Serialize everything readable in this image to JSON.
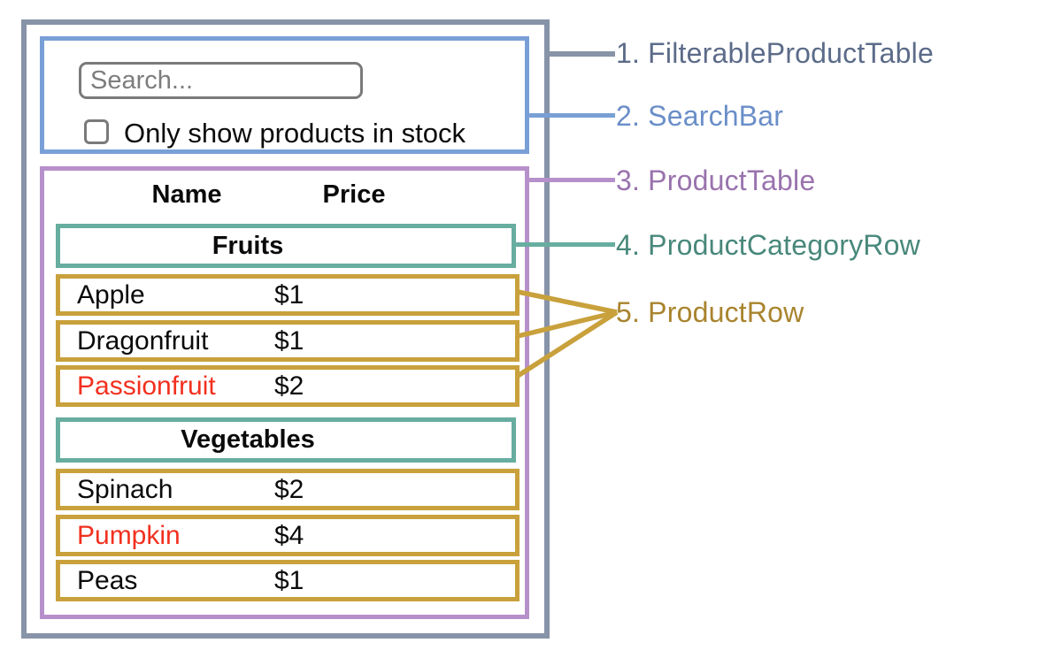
{
  "search": {
    "placeholder": "Search...",
    "checkbox_label": "Only show products in stock",
    "checkbox_checked": false
  },
  "table": {
    "headers": {
      "name": "Name",
      "price": "Price"
    },
    "sections": [
      {
        "category": "Fruits",
        "rows": [
          {
            "name": "Apple",
            "price": "$1",
            "red": false
          },
          {
            "name": "Dragonfruit",
            "price": "$1",
            "red": false
          },
          {
            "name": "Passionfruit",
            "price": "$2",
            "red": true
          }
        ]
      },
      {
        "category": "Vegetables",
        "rows": [
          {
            "name": "Spinach",
            "price": "$2",
            "red": false
          },
          {
            "name": "Pumpkin",
            "price": "$4",
            "red": true
          },
          {
            "name": "Peas",
            "price": "$1",
            "red": false
          }
        ]
      }
    ]
  },
  "annotations": [
    {
      "label": "1. FilterableProductTable",
      "color": "#5C6B89"
    },
    {
      "label": "2. SearchBar",
      "color": "#6A8EC8"
    },
    {
      "label": "3. ProductTable",
      "color": "#9973AD"
    },
    {
      "label": "4. ProductCategoryRow",
      "color": "#48887B"
    },
    {
      "label": "5. ProductRow",
      "color": "#A9842E"
    }
  ],
  "colors": {
    "filterable_product_table_border": "#8793A7",
    "search_bar_border": "#79A0D6",
    "product_table_border": "#B690CA",
    "product_category_row_border": "#67ADA0",
    "product_row_border": "#C9A13C",
    "out_of_stock_text": "#F2301F",
    "input_border": "#7A7A7A",
    "background": "#FFFFFF"
  }
}
